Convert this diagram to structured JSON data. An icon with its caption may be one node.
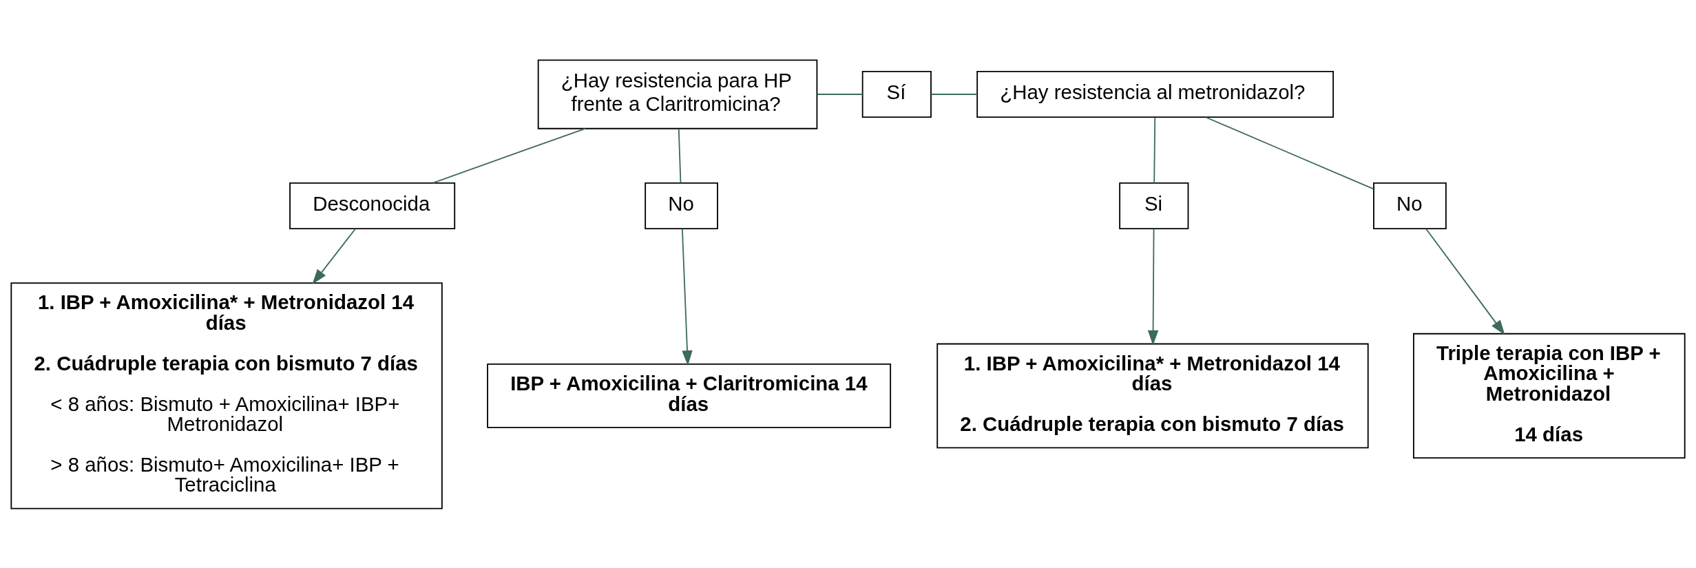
{
  "diagram": {
    "nodes": [
      {
        "text": [
          "¿Hay resistencia para HP frente a Claritromicina?"
        ]
      },
      {
        "text": [
          "Sí"
        ]
      },
      {
        "text": [
          "¿Hay resistencia al metronidazol?"
        ]
      },
      {
        "text": [
          "Desconocida"
        ]
      },
      {
        "text": [
          "1. IBP + Amoxicilina* + Metronidazol 14 días",
          "2. Cuádruple terapia con bismuto 7 días",
          "< 8 años: Bismuto + Amoxicilina+ IBP+ Metronidazol",
          "> 8 años: Bismuto+ Amoxicilina+ IBP + Tetraciclina"
        ]
      },
      {
        "text": [
          "No"
        ]
      },
      {
        "text": [
          "IBP + Amoxicilina + Claritromicina 14 días"
        ]
      },
      {
        "text": [
          "Si"
        ]
      },
      {
        "text": [
          "No"
        ]
      },
      {
        "text": [
          "1. IBP + Amoxicilina* + Metronidazol 14 días",
          "2. Cuádruple terapia con bismuto 7 días"
        ]
      },
      {
        "text": [
          "Triple terapia con IBP + Amoxicilina + Metronidazol",
          "14 días"
        ]
      }
    ],
    "edges": [
      {
        "from": 0,
        "to": 3,
        "arrow": "none"
      },
      {
        "from": 0,
        "to": 1,
        "arrow": "none"
      },
      {
        "from": 1,
        "to": 2,
        "arrow": "none"
      },
      {
        "from": 3,
        "to": 4,
        "arrow": "to"
      },
      {
        "from": 0,
        "to": 5,
        "arrow": "none"
      },
      {
        "from": 5,
        "to": 6,
        "arrow": "to"
      },
      {
        "from": 2,
        "to": 7,
        "arrow": "none"
      },
      {
        "from": 2,
        "to": 8,
        "arrow": "none"
      },
      {
        "from": 7,
        "to": 9,
        "arrow": "to"
      },
      {
        "from": 8,
        "to": 10,
        "arrow": "to"
      }
    ]
  }
}
